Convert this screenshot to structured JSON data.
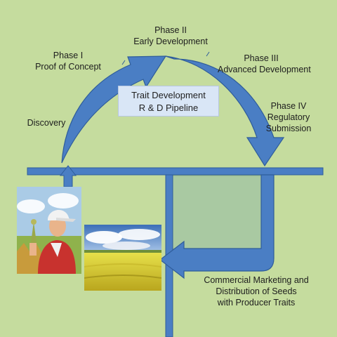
{
  "phases": {
    "discovery": "Discovery",
    "phase1": {
      "line1": "Phase I",
      "line2": "Proof of Concept"
    },
    "phase2": {
      "line1": "Phase II",
      "line2": "Early Development"
    },
    "phase3": {
      "line1": "Phase III",
      "line2": "Advanced Development"
    },
    "phase4": {
      "line1": "Phase IV",
      "line2": "Regulatory",
      "line3": "Submission"
    }
  },
  "pipeline": {
    "line1": "Trait Development",
    "line2": "R & D Pipeline"
  },
  "commercial": {
    "line1": "Commercial Marketing and",
    "line2": "Distribution of Seeds",
    "line3": "with Producer Traits"
  },
  "colors": {
    "background": "#c5dc9e",
    "arrow": "#4a7ec4",
    "arrow_edge": "#2f5d9a",
    "field_box": "#a9c9a2"
  },
  "images": {
    "farmer": "farmer-clipart-icon",
    "field": "canola-field-photo"
  }
}
